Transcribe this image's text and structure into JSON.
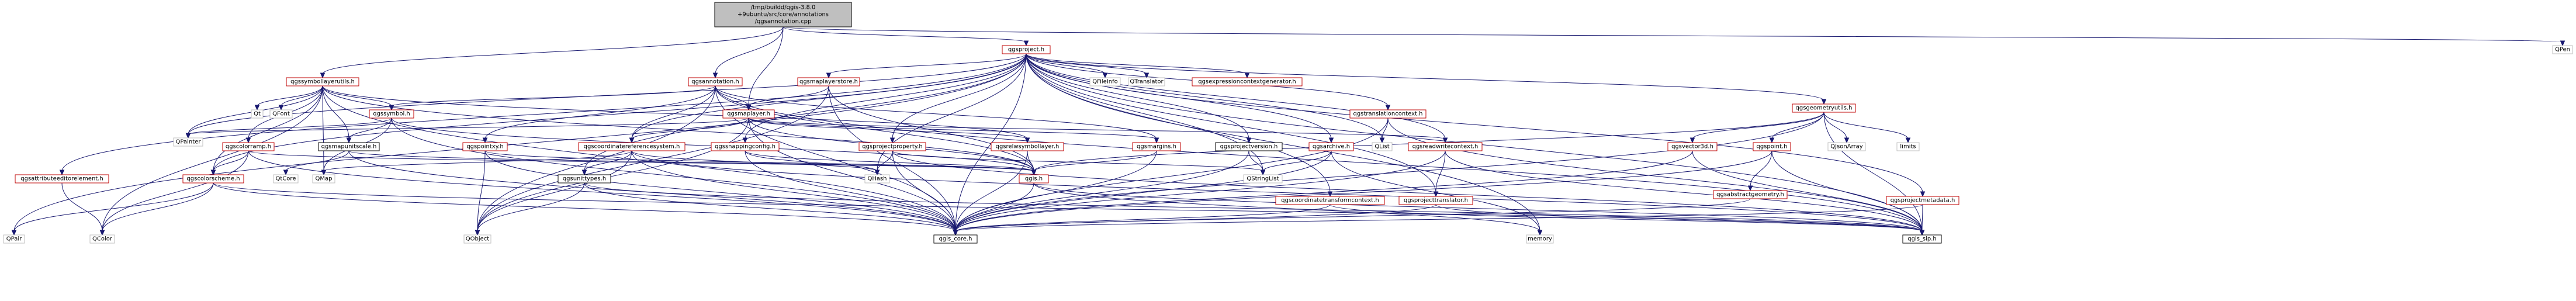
{
  "colors": {
    "root_fill": "#bfbfbf",
    "default_border": "#000000",
    "linked_border": "#bf0000",
    "node_fill": "#ffffff",
    "edge": "#191970",
    "text": "#000000"
  },
  "nodes": [
    {
      "id": "root",
      "label": "/tmp/buildd/qgis-3.8.0\n+9ubuntu/src/core/annotations\n/qgsannotation.cpp",
      "kind": "root"
    },
    {
      "id": "qgsproject",
      "label": "qgsproject.h",
      "kind": "linked"
    },
    {
      "id": "qpen",
      "label": "QPen",
      "kind": "gray"
    },
    {
      "id": "qgsannotation",
      "label": "qgsannotation.h",
      "kind": "linked"
    },
    {
      "id": "qgssymbollayerutils",
      "label": "qgssymbollayerutils.h",
      "kind": "linked"
    },
    {
      "id": "qgsmaplayerstore",
      "label": "qgsmaplayerstore.h",
      "kind": "linked"
    },
    {
      "id": "qfileinfo",
      "label": "QFileInfo",
      "kind": "gray"
    },
    {
      "id": "qtranslator",
      "label": "QTranslator",
      "kind": "gray"
    },
    {
      "id": "qgsexpressioncontextgenerator",
      "label": "qgsexpressioncontextgenerator.h",
      "kind": "linked"
    },
    {
      "id": "qgsgeometryutils",
      "label": "qgsgeometryutils.h",
      "kind": "linked"
    },
    {
      "id": "qgstranslationcontext",
      "label": "qgstranslationcontext.h",
      "kind": "linked"
    },
    {
      "id": "qt",
      "label": "Qt",
      "kind": "gray"
    },
    {
      "id": "qfont",
      "label": "QFont",
      "kind": "gray"
    },
    {
      "id": "qgssymbol",
      "label": "qgssymbol.h",
      "kind": "linked"
    },
    {
      "id": "qgsmaplayer",
      "label": "qgsmaplayer.h",
      "kind": "linked"
    },
    {
      "id": "qgspainter",
      "label": "QPainter",
      "kind": "gray"
    },
    {
      "id": "qgscolorramp",
      "label": "qgscolorramp.h",
      "kind": "linked"
    },
    {
      "id": "qgsmapunitscale",
      "label": "qgsmapunitscale.h",
      "kind": "default"
    },
    {
      "id": "qgspointxy",
      "label": "qgspointxy.h",
      "kind": "linked"
    },
    {
      "id": "qgscoordinatereferencesystem",
      "label": "qgscoordinatereferencesystem.h",
      "kind": "linked"
    },
    {
      "id": "qgssnappingconfig",
      "label": "qgssnappingconfig.h",
      "kind": "linked"
    },
    {
      "id": "qgsprojectproperty",
      "label": "qgsprojectproperty.h",
      "kind": "linked"
    },
    {
      "id": "qgsrelwsymbollayer",
      "label": "qgsrelwsymbollayer.h",
      "kind": "linked"
    },
    {
      "id": "qgsmargins",
      "label": "qgsmargins.h",
      "kind": "linked"
    },
    {
      "id": "qgsprojectversion",
      "label": "qgsprojectversion.h",
      "kind": "default"
    },
    {
      "id": "qgsarchive",
      "label": "qgsarchive.h",
      "kind": "linked"
    },
    {
      "id": "qlist",
      "label": "QList",
      "kind": "gray"
    },
    {
      "id": "qgsreadwritecontext",
      "label": "qgsreadwritecontext.h",
      "kind": "linked"
    },
    {
      "id": "qgsvector3d",
      "label": "qgsvector3d.h",
      "kind": "linked"
    },
    {
      "id": "qgspoint",
      "label": "qgspoint.h",
      "kind": "linked"
    },
    {
      "id": "qjsonarray",
      "label": "QJsonArray",
      "kind": "gray"
    },
    {
      "id": "limits",
      "label": "limits",
      "kind": "gray"
    },
    {
      "id": "qgsattributeeditorelement",
      "label": "qgsattributeeditorelement.h",
      "kind": "linked"
    },
    {
      "id": "qgscolorscheme",
      "label": "qgscolorscheme.h",
      "kind": "linked"
    },
    {
      "id": "qtcore",
      "label": "QtCore",
      "kind": "gray"
    },
    {
      "id": "qmap",
      "label": "QMap",
      "kind": "gray"
    },
    {
      "id": "qgsunittypes",
      "label": "qgsunittypes.h",
      "kind": "default"
    },
    {
      "id": "qhash",
      "label": "QHash",
      "kind": "gray"
    },
    {
      "id": "qgis_h",
      "label": "qgis.h",
      "kind": "linked"
    },
    {
      "id": "qstringlist",
      "label": "QStringList",
      "kind": "gray"
    },
    {
      "id": "qgscoordinatetransformcontext",
      "label": "qgscoordinatetransformcontext.h",
      "kind": "linked"
    },
    {
      "id": "qgsprojecttranslator",
      "label": "qgsprojecttranslator.h",
      "kind": "linked"
    },
    {
      "id": "qgsabstractgeometry",
      "label": "qgsabstractgeometry.h",
      "kind": "linked"
    },
    {
      "id": "qgsprojectmetadata",
      "label": "qgsprojectmetadata.h",
      "kind": "linked"
    },
    {
      "id": "qpair",
      "label": "QPair",
      "kind": "gray"
    },
    {
      "id": "qcolor",
      "label": "QColor",
      "kind": "gray"
    },
    {
      "id": "qobject",
      "label": "QObject",
      "kind": "gray"
    },
    {
      "id": "qgis_core",
      "label": "qgis_core.h",
      "kind": "default"
    },
    {
      "id": "memory",
      "label": "memory",
      "kind": "gray"
    },
    {
      "id": "qgis_sip",
      "label": "qgis_sip.h",
      "kind": "default"
    }
  ],
  "edges": [
    [
      "root",
      "qgsproject"
    ],
    [
      "root",
      "qpen"
    ],
    [
      "root",
      "qgsannotation"
    ],
    [
      "root",
      "qgssymbollayerutils"
    ],
    [
      "root",
      "qgsmaplayer"
    ],
    [
      "qgsproject",
      "qgsmaplayerstore"
    ],
    [
      "qgsproject",
      "qfileinfo"
    ],
    [
      "qgsproject",
      "qtranslator"
    ],
    [
      "qgsproject",
      "qgsexpressioncontextgenerator"
    ],
    [
      "qgsproject",
      "qgsgeometryutils"
    ],
    [
      "qgsproject",
      "qgstranslationcontext"
    ],
    [
      "qgsproject",
      "qgsprojectproperty"
    ],
    [
      "qgsproject",
      "qgssnappingconfig"
    ],
    [
      "qgsproject",
      "qgsprojectversion"
    ],
    [
      "qgsproject",
      "qgsarchive"
    ],
    [
      "qgsproject",
      "qlist"
    ],
    [
      "qgsproject",
      "qgsreadwritecontext"
    ],
    [
      "qgsproject",
      "qgscoordinatereferencesystem"
    ],
    [
      "qgsproject",
      "qgsunittypes"
    ],
    [
      "qgsproject",
      "qhash"
    ],
    [
      "qgsproject",
      "qstringlist"
    ],
    [
      "qgsproject",
      "qgscoordinatetransformcontext"
    ],
    [
      "qgsproject",
      "qgsprojecttranslator"
    ],
    [
      "qgsproject",
      "qgsprojectmetadata"
    ],
    [
      "qgsproject",
      "qgsattributeeditorelement"
    ],
    [
      "qgsproject",
      "qgscolorscheme"
    ],
    [
      "qgsproject",
      "qgis_core"
    ],
    [
      "qgsproject",
      "qgis_sip"
    ],
    [
      "qgsproject",
      "memory"
    ],
    [
      "qgsproject",
      "qpair"
    ],
    [
      "qgsproject",
      "qgspainter"
    ],
    [
      "qgsannotation",
      "qgsmaplayer"
    ],
    [
      "qgsannotation",
      "qgssymbol"
    ],
    [
      "qgsannotation",
      "qgspointxy"
    ],
    [
      "qgsannotation",
      "qgscoordinatereferencesystem"
    ],
    [
      "qgsannotation",
      "qgsmargins"
    ],
    [
      "qgsannotation",
      "qgis_h"
    ],
    [
      "qgsannotation",
      "qobject"
    ],
    [
      "qgsannotation",
      "qgis_core"
    ],
    [
      "qgsannotation",
      "qgis_sip"
    ],
    [
      "qgssymbollayerutils",
      "qt"
    ],
    [
      "qgssymbollayerutils",
      "qfont"
    ],
    [
      "qgssymbollayerutils",
      "qgssymbol"
    ],
    [
      "qgssymbollayerutils",
      "qgspainter"
    ],
    [
      "qgssymbollayerutils",
      "qgscolorramp"
    ],
    [
      "qgssymbollayerutils",
      "qgsmapunitscale"
    ],
    [
      "qgssymbollayerutils",
      "qgscolorscheme"
    ],
    [
      "qgssymbollayerutils",
      "qmap"
    ],
    [
      "qgssymbollayerutils",
      "qcolor"
    ],
    [
      "qgssymbollayerutils",
      "qgis_core"
    ],
    [
      "qgssymbollayerutils",
      "qgis_h"
    ],
    [
      "qgssymbollayerutils",
      "qgsrelwsymbollayer"
    ],
    [
      "qgsmaplayerstore",
      "qgsmaplayer"
    ],
    [
      "qgsmaplayerstore",
      "qgis_core"
    ],
    [
      "qgsmaplayerstore",
      "qgis_h"
    ],
    [
      "qgsmaplayerstore",
      "qobject"
    ],
    [
      "qgsmaplayer",
      "qgspainter"
    ],
    [
      "qgsmaplayer",
      "qgscoordinatereferencesystem"
    ],
    [
      "qgsmaplayer",
      "qgsrelwsymbollayer"
    ],
    [
      "qgsmaplayer",
      "qgsreadwritecontext"
    ],
    [
      "qgsmaplayer",
      "qgsmargins"
    ],
    [
      "qgsmaplayer",
      "qgis_core"
    ],
    [
      "qgsmaplayer",
      "qobject"
    ],
    [
      "qgsmaplayer",
      "qgis_h"
    ],
    [
      "qgssymbol",
      "qgspainter"
    ],
    [
      "qgssymbol",
      "qgsmapunitscale"
    ],
    [
      "qgssymbol",
      "qmap"
    ],
    [
      "qgssymbol",
      "qgis_core"
    ],
    [
      "qgssymbol",
      "qgis_h"
    ],
    [
      "qgscolorramp",
      "qgscolorscheme"
    ],
    [
      "qgscolorramp",
      "qcolor"
    ],
    [
      "qgscolorramp",
      "qgis_core"
    ],
    [
      "qgscolorramp",
      "qgis_h"
    ],
    [
      "qgsmapunitscale",
      "qtcore"
    ],
    [
      "qgsmapunitscale",
      "qgis_core"
    ],
    [
      "qgsmapunitscale",
      "qgis_h"
    ],
    [
      "qgspointxy",
      "qobject"
    ],
    [
      "qgspointxy",
      "qgis_core"
    ],
    [
      "qgspointxy",
      "qgis_h"
    ],
    [
      "qgscoordinatereferencesystem",
      "qgsunittypes"
    ],
    [
      "qgscoordinatereferencesystem",
      "qmap"
    ],
    [
      "qgscoordinatereferencesystem",
      "qhash"
    ],
    [
      "qgscoordinatereferencesystem",
      "qobject"
    ],
    [
      "qgscoordinatereferencesystem",
      "qgis_core"
    ],
    [
      "qgscoordinatereferencesystem",
      "qgis_sip"
    ],
    [
      "qgssnappingconfig",
      "qhash"
    ],
    [
      "qgssnappingconfig",
      "qgis_core"
    ],
    [
      "qgssnappingconfig",
      "qgis_h"
    ],
    [
      "qgsprojectproperty",
      "qhash"
    ],
    [
      "qgsprojectproperty",
      "qstringlist"
    ],
    [
      "qgsprojectproperty",
      "qgis_core"
    ],
    [
      "qgsprojectproperty",
      "qgis_sip"
    ],
    [
      "qgsrelwsymbollayer",
      "qgis_core"
    ],
    [
      "qgsrelwsymbollayer",
      "qgis_h"
    ],
    [
      "qgsmargins",
      "qgis_core"
    ],
    [
      "qgsmargins",
      "qgis_h"
    ],
    [
      "qgsprojectversion",
      "qstringlist"
    ],
    [
      "qgsprojectversion",
      "qgis_core"
    ],
    [
      "qgsarchive",
      "qstringlist"
    ],
    [
      "qgsarchive",
      "qgis_core"
    ],
    [
      "qgsarchive",
      "memory"
    ],
    [
      "qgsreadwritecontext",
      "qgsprojecttranslator"
    ],
    [
      "qgsreadwritecontext",
      "qgis_core"
    ],
    [
      "qgsreadwritecontext",
      "qgis_sip"
    ],
    [
      "qgstranslationcontext",
      "qlist"
    ],
    [
      "qgstranslationcontext",
      "qgis_core"
    ],
    [
      "qgstranslationcontext",
      "qgis_sip"
    ],
    [
      "qgsgeometryutils",
      "qgsvector3d"
    ],
    [
      "qgsgeometryutils",
      "qgspoint"
    ],
    [
      "qgsgeometryutils",
      "qjsonarray"
    ],
    [
      "qgsgeometryutils",
      "limits"
    ],
    [
      "qgsgeometryutils",
      "qgis_core"
    ],
    [
      "qgsgeometryutils",
      "qgis_sip"
    ],
    [
      "qgsgeometryutils",
      "qgis_h"
    ],
    [
      "qgsvector3d",
      "qgis_core"
    ],
    [
      "qgsvector3d",
      "qgis_sip"
    ],
    [
      "qgspoint",
      "qgsabstractgeometry"
    ],
    [
      "qgspoint",
      "qgis_core"
    ],
    [
      "qgspoint",
      "qgis_sip"
    ],
    [
      "qgsabstractgeometry",
      "qgis_core"
    ],
    [
      "qgsattributeeditorelement",
      "qcolor"
    ],
    [
      "qgscolorscheme",
      "qcolor"
    ],
    [
      "qgscolorscheme",
      "qgis_core"
    ],
    [
      "qgscolorscheme",
      "qgis_sip"
    ],
    [
      "qgscolorscheme",
      "qpair"
    ],
    [
      "qgsunittypes",
      "qobject"
    ],
    [
      "qgsunittypes",
      "qgis_core"
    ],
    [
      "qgsunittypes",
      "qgis_sip"
    ],
    [
      "qgis_h",
      "qgis_core"
    ],
    [
      "qgis_h",
      "qgis_sip"
    ],
    [
      "qgis_h",
      "memory"
    ],
    [
      "qgscoordinatetransformcontext",
      "qgis_core"
    ],
    [
      "qgscoordinatetransformcontext",
      "qgis_sip"
    ],
    [
      "qgsprojecttranslator",
      "qgis_core"
    ],
    [
      "qgsprojecttranslator",
      "qgis_sip"
    ],
    [
      "qgsprojectmetadata",
      "qgis_core"
    ],
    [
      "qgsprojectmetadata",
      "qgis_sip"
    ]
  ]
}
